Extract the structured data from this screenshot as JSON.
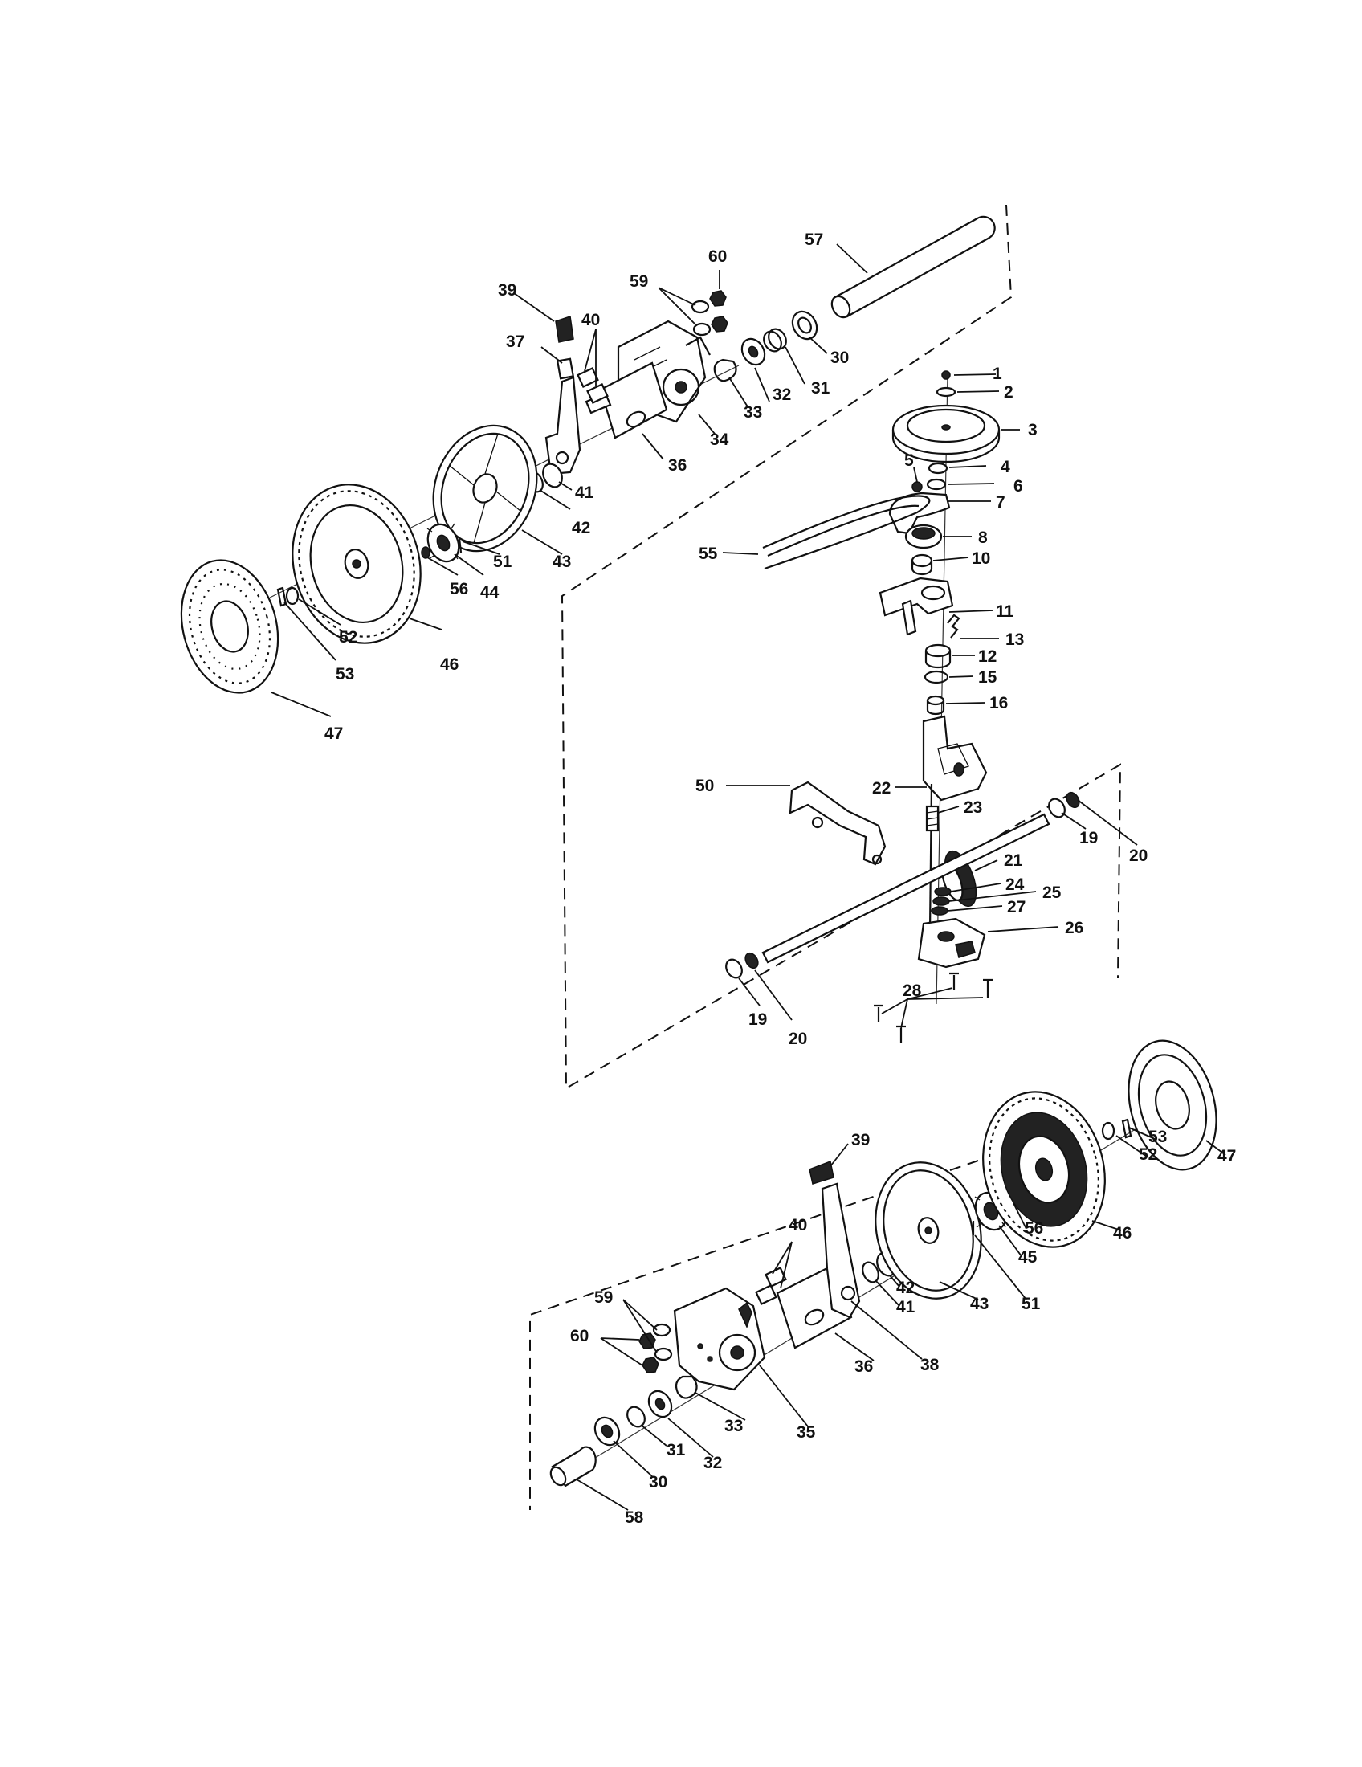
{
  "labels": {
    "p1": "1",
    "p2": "2",
    "p3": "3",
    "p4": "4",
    "p5": "5",
    "p6": "6",
    "p7": "7",
    "p8": "8",
    "p10": "10",
    "p11": "11",
    "p12": "12",
    "p13": "13",
    "p15": "15",
    "p16": "16",
    "p19a": "19",
    "p19b": "19",
    "p20a": "20",
    "p20b": "20",
    "p21": "21",
    "p22": "22",
    "p23": "23",
    "p24": "24",
    "p25": "25",
    "p26": "26",
    "p27": "27",
    "p28": "28",
    "p30a": "30",
    "p30b": "30",
    "p31a": "31",
    "p31b": "31",
    "p32a": "32",
    "p32b": "32",
    "p33a": "33",
    "p33b": "33",
    "p34": "34",
    "p35": "35",
    "p36a": "36",
    "p36b": "36",
    "p37": "37",
    "p38": "38",
    "p39a": "39",
    "p39b": "39",
    "p40a": "40",
    "p40b": "40",
    "p41a": "41",
    "p41b": "41",
    "p42a": "42",
    "p42b": "42",
    "p43a": "43",
    "p43b": "43",
    "p44": "44",
    "p45": "45",
    "p46a": "46",
    "p46b": "46",
    "p47a": "47",
    "p47b": "47",
    "p50": "50",
    "p51a": "51",
    "p51b": "51",
    "p52a": "52",
    "p52b": "52",
    "p53a": "53",
    "p53b": "53",
    "p55": "55",
    "p56a": "56",
    "p56b": "56",
    "p57": "57",
    "p58": "58",
    "p59a": "59",
    "p59b": "59",
    "p60a": "60",
    "p60b": "60"
  }
}
